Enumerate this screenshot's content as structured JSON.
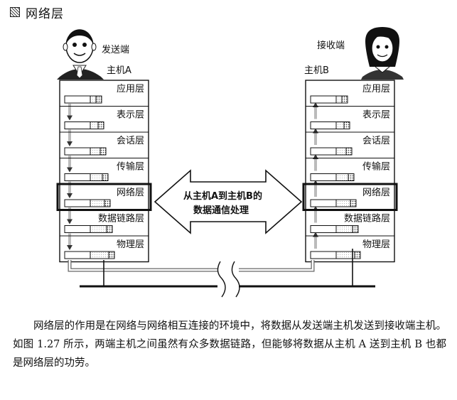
{
  "title": "网络层",
  "host_a": {
    "role": "发送端",
    "name": "主机A",
    "layers": [
      "应用层",
      "表示层",
      "会话层",
      "传输层",
      "网络层",
      "数据链路层",
      "物理层"
    ]
  },
  "host_b": {
    "role": "接收端",
    "name": "主机B",
    "layers": [
      "应用层",
      "表示层",
      "会话层",
      "传输层",
      "网络层",
      "数据链路层",
      "物理层"
    ]
  },
  "center_arrow": {
    "line1": "从主机A到主机B的",
    "line2": "数据通信处理"
  },
  "paragraph": "网络层的作用是在网络与网络相互连接的环境中，将数据从发送端主机发送到接收端主机。如图 1.27 所示，两端主机之间虽然有众多数据链路，但能够将数据从主机 A 送到主机 B 也都是网络层的功劳。"
}
